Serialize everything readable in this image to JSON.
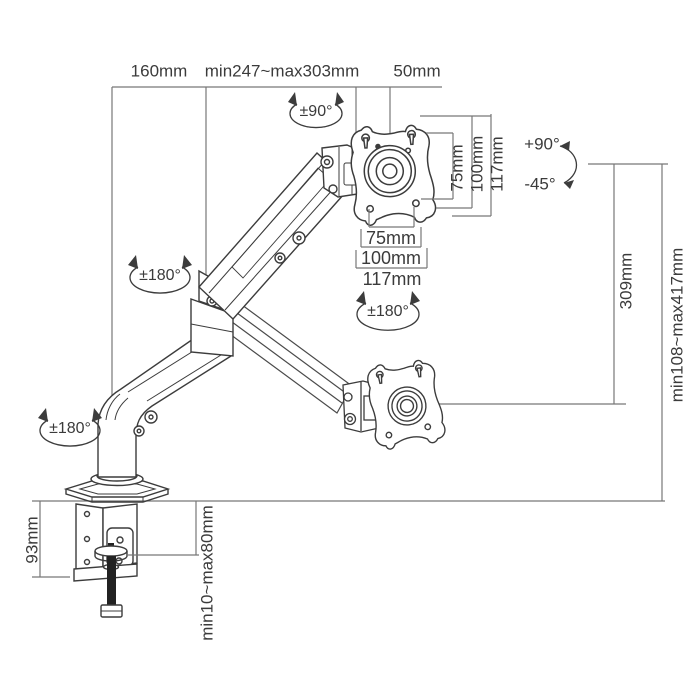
{
  "diagram": {
    "dims": {
      "top_left": "160mm",
      "top_middle": "min247~max303mm",
      "top_right": "50mm",
      "vesa_side": [
        "75mm",
        "100mm",
        "117mm"
      ],
      "vesa_bottom": [
        "75mm",
        "100mm",
        "117mm"
      ],
      "height_travel": "309mm",
      "height_range": "min108~max417mm",
      "clamp_height": "93mm",
      "clamp_opening": "min10~max80mm"
    },
    "angles": {
      "head_swivel": "±90°",
      "elbow_rotation": "±180°",
      "base_rotation": "±180°",
      "vesa_rotation": "±180°",
      "tilt_up": "+90°",
      "tilt_down": "-45°"
    },
    "colors": {
      "background": "#ffffff",
      "line": "#3c3c3c",
      "dim_line": "#777777",
      "text": "#3b3b3b"
    }
  }
}
